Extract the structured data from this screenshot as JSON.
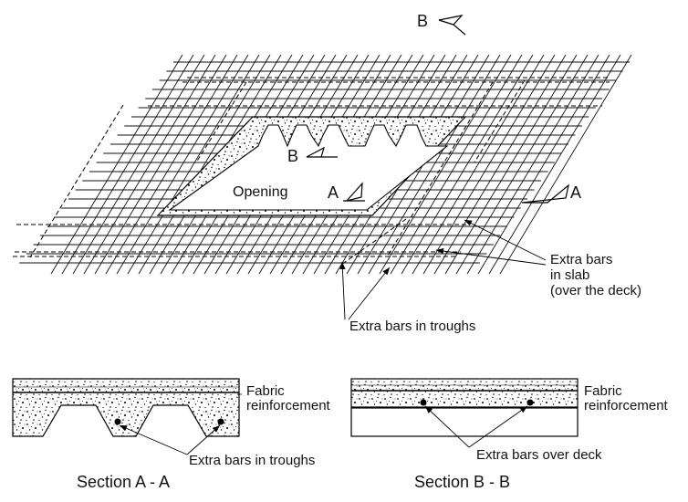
{
  "plan": {
    "opening_label": "Opening",
    "marker_a_left": "A",
    "marker_a_right": "A",
    "marker_b_top": "B",
    "marker_b_mid": "B",
    "extra_bars_slab": [
      "Extra bars",
      "in slab",
      "(over the deck)"
    ],
    "extra_bars_troughs": "Extra bars in troughs"
  },
  "section_aa": {
    "fabric": [
      "Fabric",
      "reinforcement"
    ],
    "extra_bars": "Extra bars in troughs",
    "title": "Section A - A"
  },
  "section_bb": {
    "fabric": [
      "Fabric",
      "reinforcement"
    ],
    "extra_bars": "Extra bars over deck",
    "title": "Section B - B"
  }
}
